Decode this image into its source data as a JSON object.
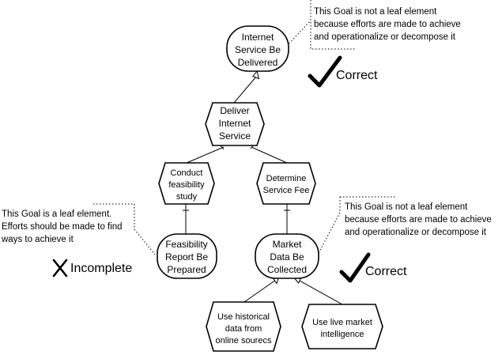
{
  "goals": {
    "internet": [
      "Internet",
      "Service Be",
      "Delivered"
    ],
    "feasibility_report": [
      "Feasibility",
      "Report Be",
      "Prepared"
    ],
    "market_data": [
      "Market",
      "Data Be",
      "Collected"
    ]
  },
  "tasks": {
    "deliver": [
      "Deliver",
      "Internet",
      "Service"
    ],
    "conduct": [
      "Conduct",
      "feasibility",
      "study"
    ],
    "determine": [
      "Determine",
      "Service Fee"
    ],
    "historical": [
      "Use historical",
      "data from",
      "online sourecs"
    ],
    "live": [
      "Use live market",
      "intelligence"
    ]
  },
  "notes": {
    "top": [
      "This Goal is not a leaf element",
      "because efforts are made to achieve",
      "and operationalize or decompose it"
    ],
    "left": [
      "This Goal is a leaf element.",
      "Efforts should be made to find",
      "ways to achieve it"
    ],
    "right": [
      "This Goal is not a leaf element",
      "because efforts are made to achieve",
      "and operationalize or decompose it"
    ]
  },
  "verdicts": {
    "top": "Correct",
    "left": "Incomplete",
    "right": "Correct"
  },
  "icons": {
    "check": "check-mark-icon",
    "cross": "cross-mark-icon"
  }
}
